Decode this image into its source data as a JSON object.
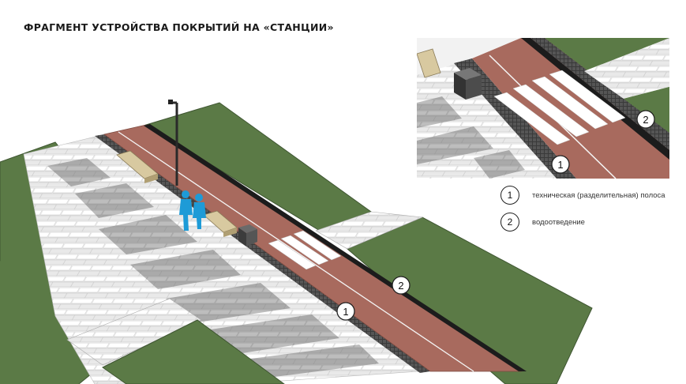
{
  "title": "ФРАГМЕНТ УСТРОЙСТВА ПОКРЫТИЙ НА «СТАНЦИИ»",
  "markers": {
    "one": "1",
    "two": "2"
  },
  "legend": [
    {
      "number": "1",
      "text": "техническая (разделительная) полоса"
    },
    {
      "number": "2",
      "text": "водоотведение"
    }
  ],
  "colors": {
    "lawn": "#5b7a46",
    "bike_path": "#a86a5e",
    "paving_light": "#f2f2f2",
    "paving_gray": "#b7b7b7",
    "drain": "#1c1c1c",
    "bench": "#d8c9a0",
    "people": "#1e9bd7"
  }
}
